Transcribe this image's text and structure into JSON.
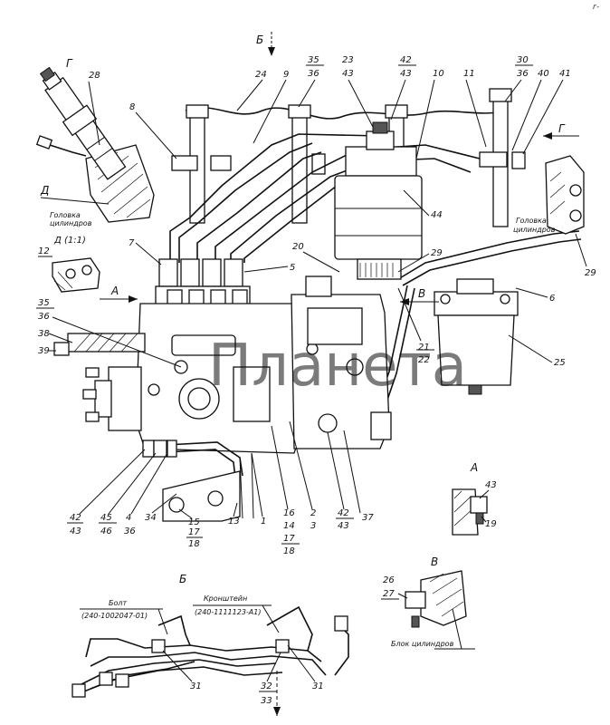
{
  "corner_mark": "г-",
  "views": {
    "G": "Г",
    "D": "Д",
    "D11": "Д (1:1)",
    "A": "А",
    "B": "Б",
    "V": "В"
  },
  "captions": {
    "cylinder_head_1": "Головка цилиндров",
    "cylinder_head_2": "Головка цилиндров",
    "cylinder_block": "Блок цилиндров",
    "bolt_title": "Болт",
    "bolt_code": "(240-1002047-01)",
    "bracket_title": "Кронштейн",
    "bracket_code": "(240-1111123-А1)"
  },
  "watermark": "Планета"
}
